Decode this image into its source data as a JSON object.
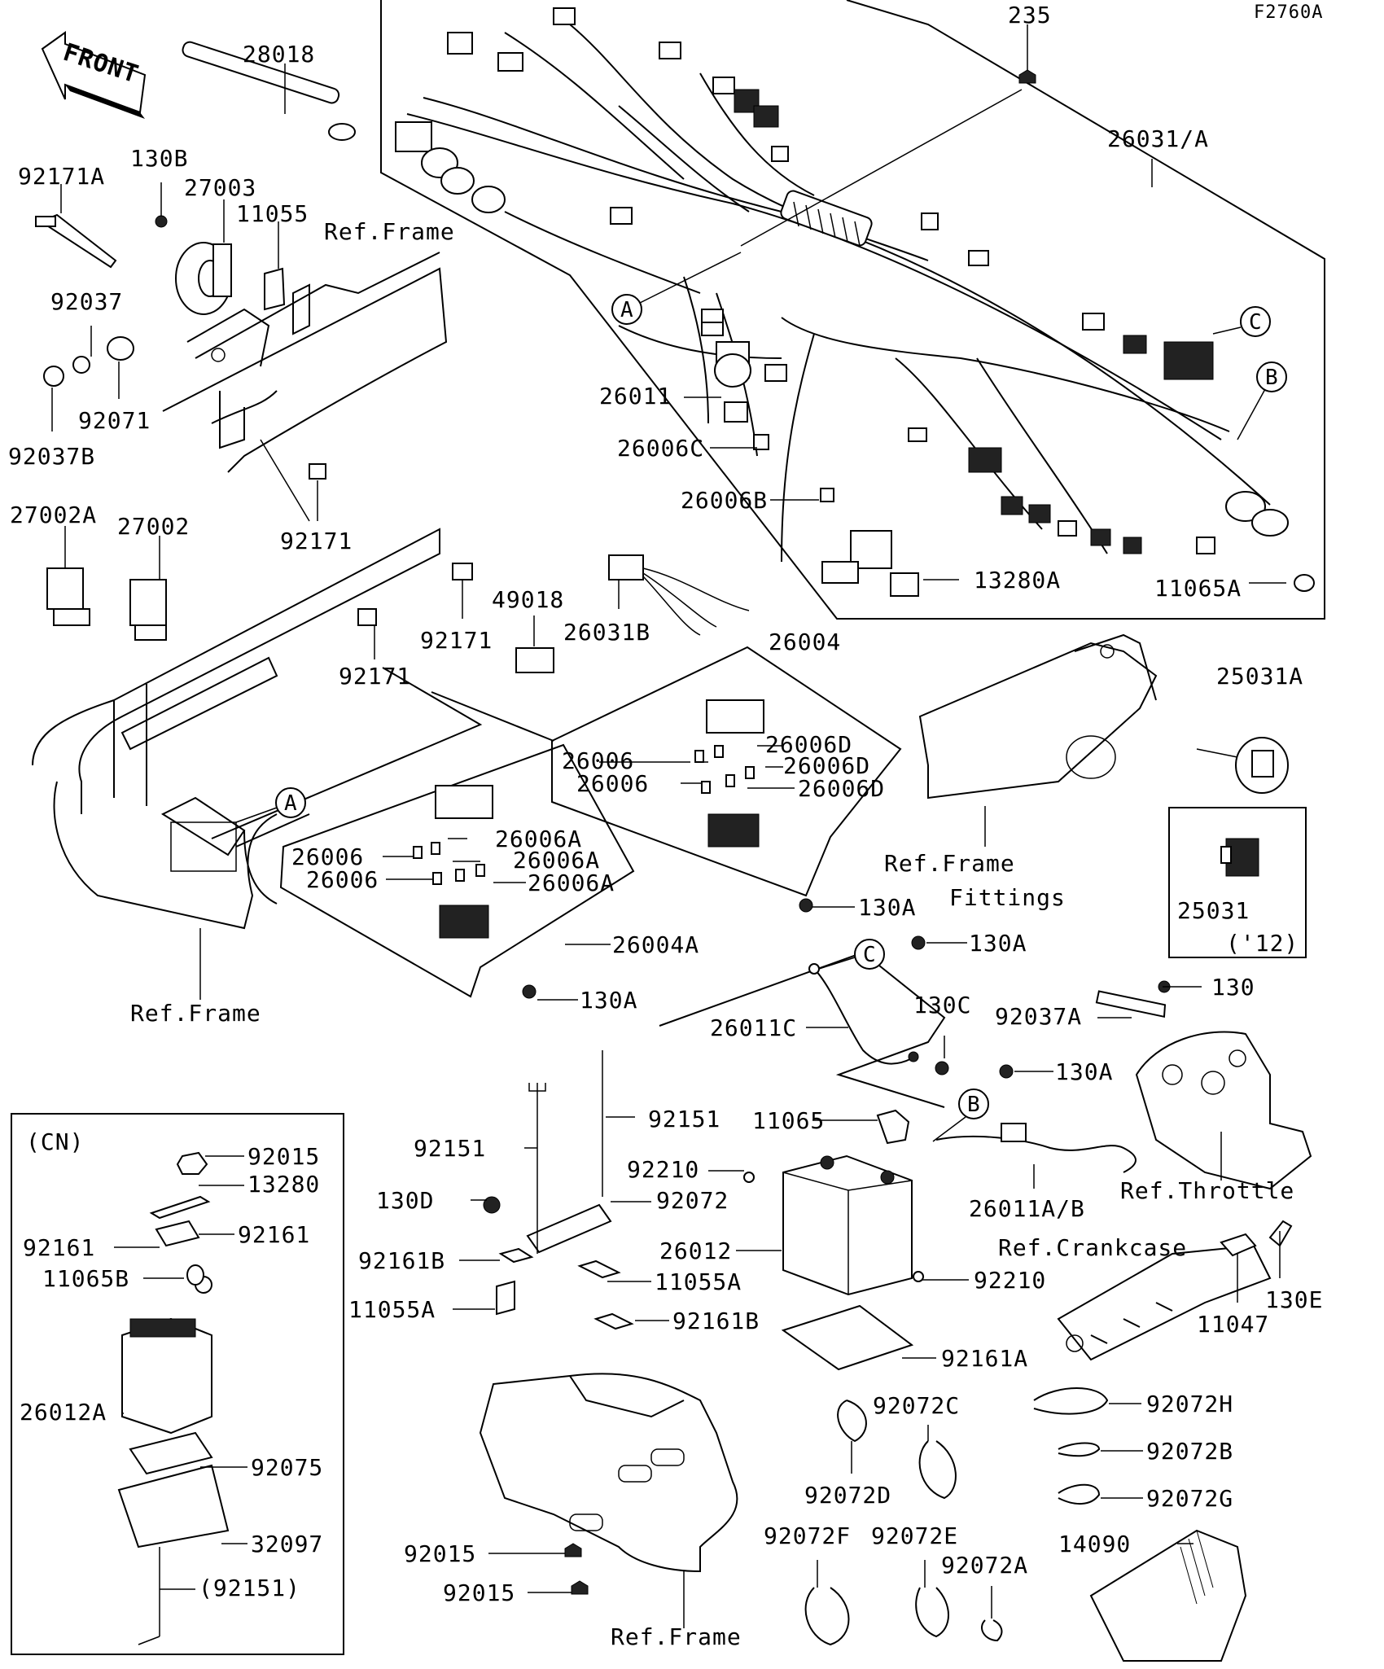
{
  "figure_code": "F2760A",
  "front_arrow_label": "FRONT",
  "variant_label": "(CN)",
  "callouts": {
    "A": "A",
    "B": "B",
    "C": "C"
  },
  "part_labels": [
    {
      "id": "p235",
      "text": "235"
    },
    {
      "id": "p28018",
      "text": "28018"
    },
    {
      "id": "p26031A",
      "text": "26031/A"
    },
    {
      "id": "p130B",
      "text": "130B"
    },
    {
      "id": "p92171A",
      "text": "92171A"
    },
    {
      "id": "p27003",
      "text": "27003"
    },
    {
      "id": "p11055",
      "text": "11055"
    },
    {
      "id": "refFrame1",
      "text": "Ref.Frame"
    },
    {
      "id": "p92037",
      "text": "92037"
    },
    {
      "id": "p92071",
      "text": "92071"
    },
    {
      "id": "p92037B",
      "text": "92037B"
    },
    {
      "id": "p26011",
      "text": "26011"
    },
    {
      "id": "p26006C",
      "text": "26006C"
    },
    {
      "id": "p26006B",
      "text": "26006B"
    },
    {
      "id": "p13280A",
      "text": "13280A"
    },
    {
      "id": "p11065A",
      "text": "11065A"
    },
    {
      "id": "p27002A",
      "text": "27002A"
    },
    {
      "id": "p27002",
      "text": "27002"
    },
    {
      "id": "p92171a",
      "text": "92171"
    },
    {
      "id": "p92171b",
      "text": "92171"
    },
    {
      "id": "p92171c",
      "text": "92171"
    },
    {
      "id": "p49018",
      "text": "49018"
    },
    {
      "id": "p26031B",
      "text": "26031B"
    },
    {
      "id": "p26004",
      "text": "26004"
    },
    {
      "id": "p25031A",
      "text": "25031A"
    },
    {
      "id": "p26006D1",
      "text": "26006D"
    },
    {
      "id": "p26006D2",
      "text": "26006D"
    },
    {
      "id": "p26006D3",
      "text": "26006D"
    },
    {
      "id": "p26006r1",
      "text": "26006"
    },
    {
      "id": "p26006r2",
      "text": "26006"
    },
    {
      "id": "p26006A1",
      "text": "26006A"
    },
    {
      "id": "p26006A2",
      "text": "26006A"
    },
    {
      "id": "p26006A3",
      "text": "26006A"
    },
    {
      "id": "p26006l1",
      "text": "26006"
    },
    {
      "id": "p26006l2",
      "text": "26006"
    },
    {
      "id": "refFrameFittings1",
      "text": "Ref.Frame"
    },
    {
      "id": "refFrameFittings2",
      "text": "Fittings"
    },
    {
      "id": "p130A1",
      "text": "130A"
    },
    {
      "id": "p25031",
      "text": "25031"
    },
    {
      "id": "p12",
      "text": "('12)"
    },
    {
      "id": "p26004A",
      "text": "26004A"
    },
    {
      "id": "p130A2",
      "text": "130A"
    },
    {
      "id": "p130A3",
      "text": "130A"
    },
    {
      "id": "refFrame2",
      "text": "Ref.Frame"
    },
    {
      "id": "p130",
      "text": "130"
    },
    {
      "id": "p26011C",
      "text": "26011C"
    },
    {
      "id": "p130C",
      "text": "130C"
    },
    {
      "id": "p92037A",
      "text": "92037A"
    },
    {
      "id": "p130A4",
      "text": "130A"
    },
    {
      "id": "p92015a",
      "text": "92015"
    },
    {
      "id": "p13280",
      "text": "13280"
    },
    {
      "id": "p92161a",
      "text": "92161"
    },
    {
      "id": "p92161b",
      "text": "92161"
    },
    {
      "id": "p11065B",
      "text": "11065B"
    },
    {
      "id": "p26012A",
      "text": "26012A"
    },
    {
      "id": "p92075",
      "text": "92075"
    },
    {
      "id": "p32097",
      "text": "32097"
    },
    {
      "id": "p92151paren",
      "text": "(92151)"
    },
    {
      "id": "p92151a",
      "text": "92151"
    },
    {
      "id": "p92151b",
      "text": "92151"
    },
    {
      "id": "p11065",
      "text": "11065"
    },
    {
      "id": "p92210a",
      "text": "92210"
    },
    {
      "id": "p130D",
      "text": "130D"
    },
    {
      "id": "p92072",
      "text": "92072"
    },
    {
      "id": "p92161B1",
      "text": "92161B"
    },
    {
      "id": "p26012",
      "text": "26012"
    },
    {
      "id": "p11055A1",
      "text": "11055A"
    },
    {
      "id": "p11055A2",
      "text": "11055A"
    },
    {
      "id": "p92210b",
      "text": "92210"
    },
    {
      "id": "p92161B2",
      "text": "92161B"
    },
    {
      "id": "p92161A",
      "text": "92161A"
    },
    {
      "id": "p26011AB",
      "text": "26011A/B"
    },
    {
      "id": "refThrottle",
      "text": "Ref.Throttle"
    },
    {
      "id": "refCrankcase",
      "text": "Ref.Crankcase"
    },
    {
      "id": "p130E",
      "text": "130E"
    },
    {
      "id": "p11047",
      "text": "11047"
    },
    {
      "id": "p92072C",
      "text": "92072C"
    },
    {
      "id": "p92072H",
      "text": "92072H"
    },
    {
      "id": "p92072D",
      "text": "92072D"
    },
    {
      "id": "p92072B",
      "text": "92072B"
    },
    {
      "id": "p92072G",
      "text": "92072G"
    },
    {
      "id": "p92072F",
      "text": "92072F"
    },
    {
      "id": "p92072E",
      "text": "92072E"
    },
    {
      "id": "p14090",
      "text": "14090"
    },
    {
      "id": "p92072A",
      "text": "92072A"
    },
    {
      "id": "p92015b",
      "text": "92015"
    },
    {
      "id": "p92015c",
      "text": "92015"
    },
    {
      "id": "refFrame3",
      "text": "Ref.Frame"
    }
  ]
}
